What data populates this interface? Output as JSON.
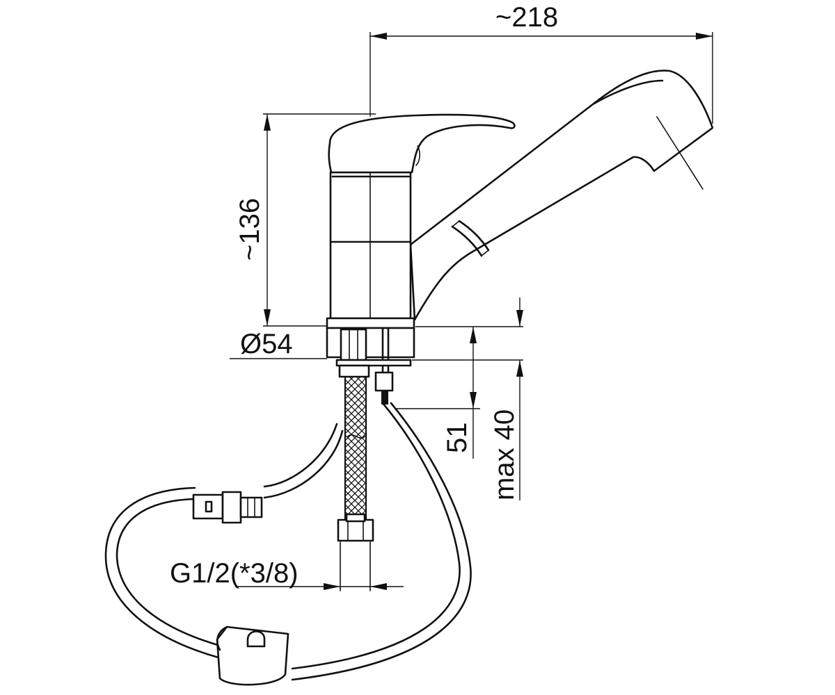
{
  "dimensions": {
    "overall_length": "~218",
    "overall_height": "~136",
    "base_diameter": "Ø54",
    "mount_depth": "51",
    "max_thickness": "max 40",
    "connection_thread": "G1/2(*3/8)"
  },
  "colors": {
    "line": "#111111",
    "background": "#ffffff"
  }
}
